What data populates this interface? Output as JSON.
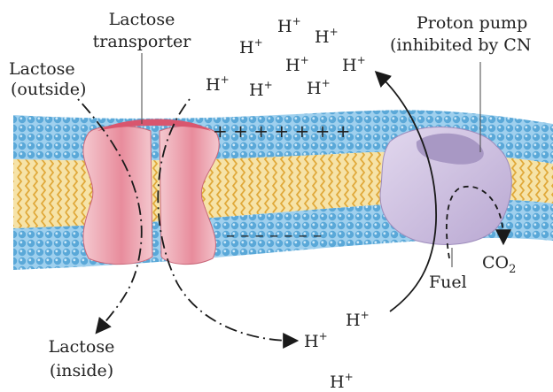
{
  "labels": {
    "lactose_transporter_line1": "Lactose",
    "lactose_transporter_line2": "transporter",
    "lactose_outside_line1": "Lactose",
    "lactose_outside_line2": "(outside)",
    "lactose_inside_line1": "Lactose",
    "lactose_inside_line2": "(inside)",
    "proton_pump_line1": "Proton pump",
    "proton_pump_line2": "(inhibited by CN",
    "fuel": "Fuel",
    "co2_base": "CO",
    "co2_sub": "2",
    "proton_base": "H",
    "proton_charge": "+"
  },
  "membrane": {
    "outer_charges": "+ + + + + + +",
    "inner_charges": "– – – – – – –"
  },
  "colors": {
    "head_group": "#5aa8d8",
    "head_group_light": "#9fd0ee",
    "lipid_tail": "#e8b94a",
    "transporter": "#e07d8e",
    "transporter_light": "#f4c8cf",
    "pump": "#cdbfdc",
    "pump_dark": "#a898c4",
    "arrow": "#1a1a1a"
  }
}
